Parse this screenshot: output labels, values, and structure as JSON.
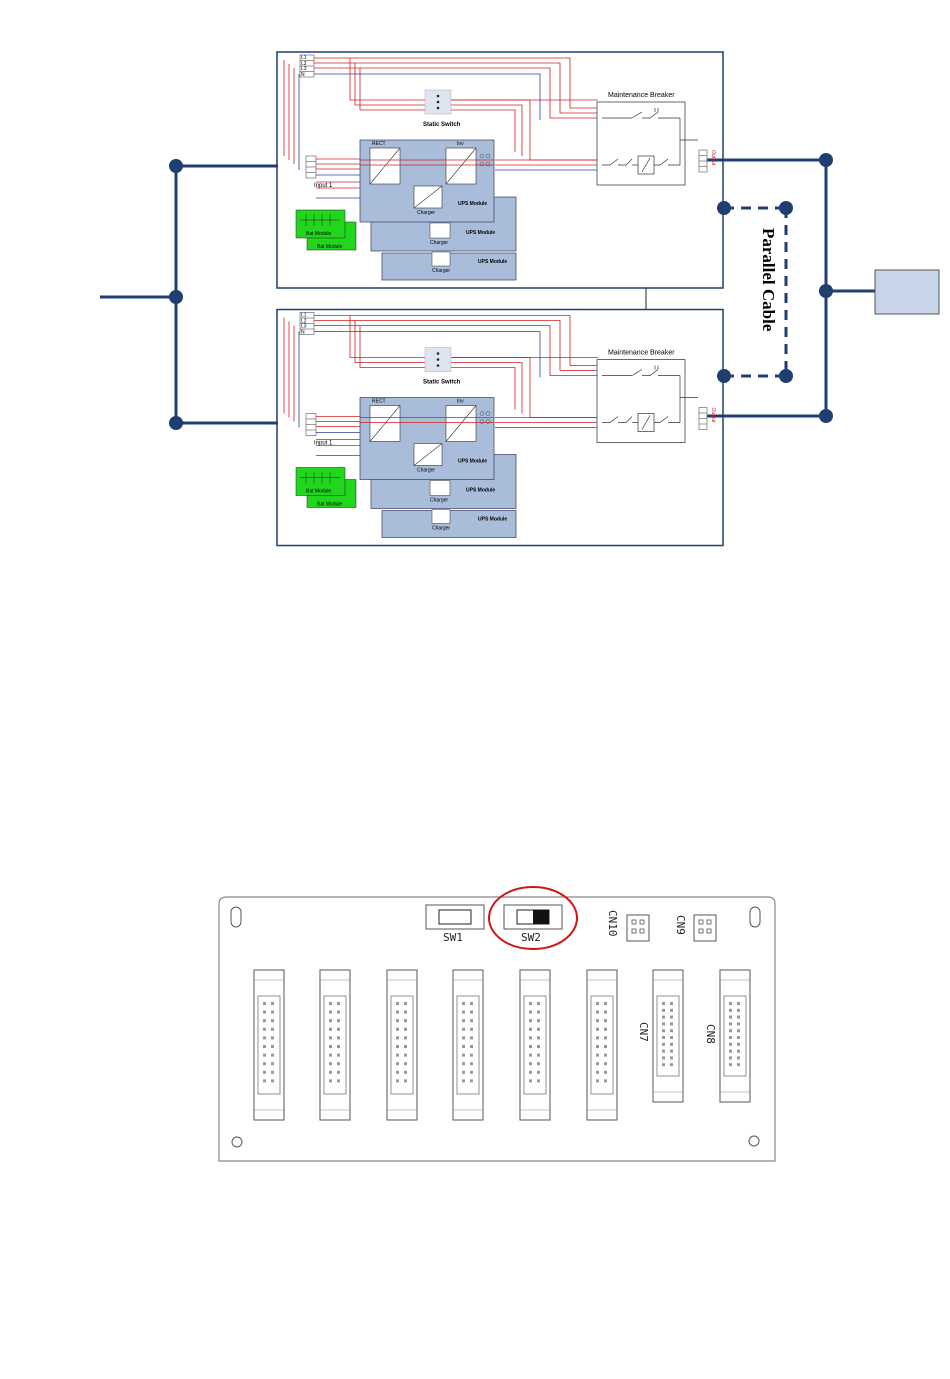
{
  "colors": {
    "bus_blue": "#1f3f73",
    "module_fill": "#a9bcd9",
    "module_stroke": "#3a3a60",
    "battery_green": "#22d61e",
    "wire_red": "#d02020",
    "wire_blue": "#3040a0",
    "load_fill": "#c8d4e8",
    "highlight_red": "#d01515"
  },
  "parallel_diagram": {
    "parallel_cable_label": "Parallel Cable",
    "cabinets": [
      {
        "static_switch_label": "Static Switch",
        "maintenance_breaker_label": "Maintenance Breaker",
        "input_label": "Input 1",
        "output_label": "Output",
        "rect_label": "RECT",
        "inv_label": "Inv",
        "charger_labels": [
          "Charger",
          "Charger",
          "Charger"
        ],
        "ups_module_labels": [
          "UPS Module",
          "UPS Module",
          "UPS Module"
        ],
        "bat_module_labels": [
          "Bat Module",
          "Bat Module"
        ],
        "terminal_labels": [
          "L1",
          "L2",
          "L3",
          "N"
        ]
      },
      {
        "static_switch_label": "Static Switch",
        "maintenance_breaker_label": "Maintenance Breaker",
        "input_label": "Input 1",
        "output_label": "Output",
        "rect_label": "RECT",
        "inv_label": "Inv",
        "charger_labels": [
          "Charger",
          "Charger",
          "Charger"
        ],
        "ups_module_labels": [
          "UPS Module",
          "UPS Module",
          "UPS Module"
        ],
        "bat_module_labels": [
          "Bat Module",
          "Bat Module"
        ],
        "terminal_labels": [
          "L1",
          "L2",
          "L3",
          "N"
        ]
      }
    ]
  },
  "board": {
    "switches": [
      {
        "label": "SW1",
        "highlighted": false
      },
      {
        "label": "SW2",
        "highlighted": true
      }
    ],
    "small_connectors": [
      "CN10",
      "CN9"
    ],
    "large_connector_labels": [
      "CN7",
      "CN8"
    ],
    "ribbon_connector_count": 8
  }
}
